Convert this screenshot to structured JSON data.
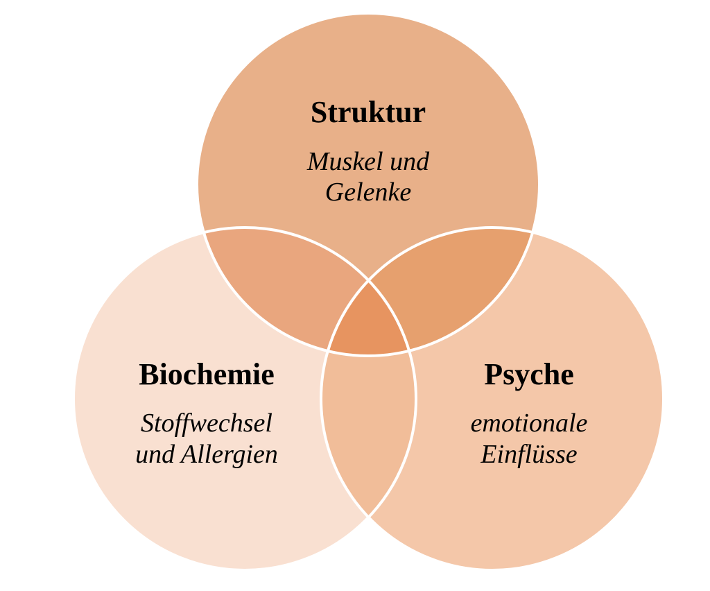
{
  "colors": {
    "structure": "#e8b089",
    "biochemistry": "#f9e0d1",
    "psyche": "#f4c7a9",
    "structure_biochemistry": "#e9a67e",
    "structure_psyche": "#e6a06e",
    "biochemistry_psyche": "#f1bd99",
    "center": "#e79460",
    "outline": "#ffffff"
  },
  "sets": {
    "structure": {
      "title": "Struktur",
      "sub_line1": "Muskel und",
      "sub_line2": "Gelenke"
    },
    "biochemistry": {
      "title": "Biochemie",
      "sub_line1": "Stoffwechsel",
      "sub_line2": "und Allergien"
    },
    "psyche": {
      "title": "Psyche",
      "sub_line1": "emotionale",
      "sub_line2": "Einflüsse"
    }
  }
}
